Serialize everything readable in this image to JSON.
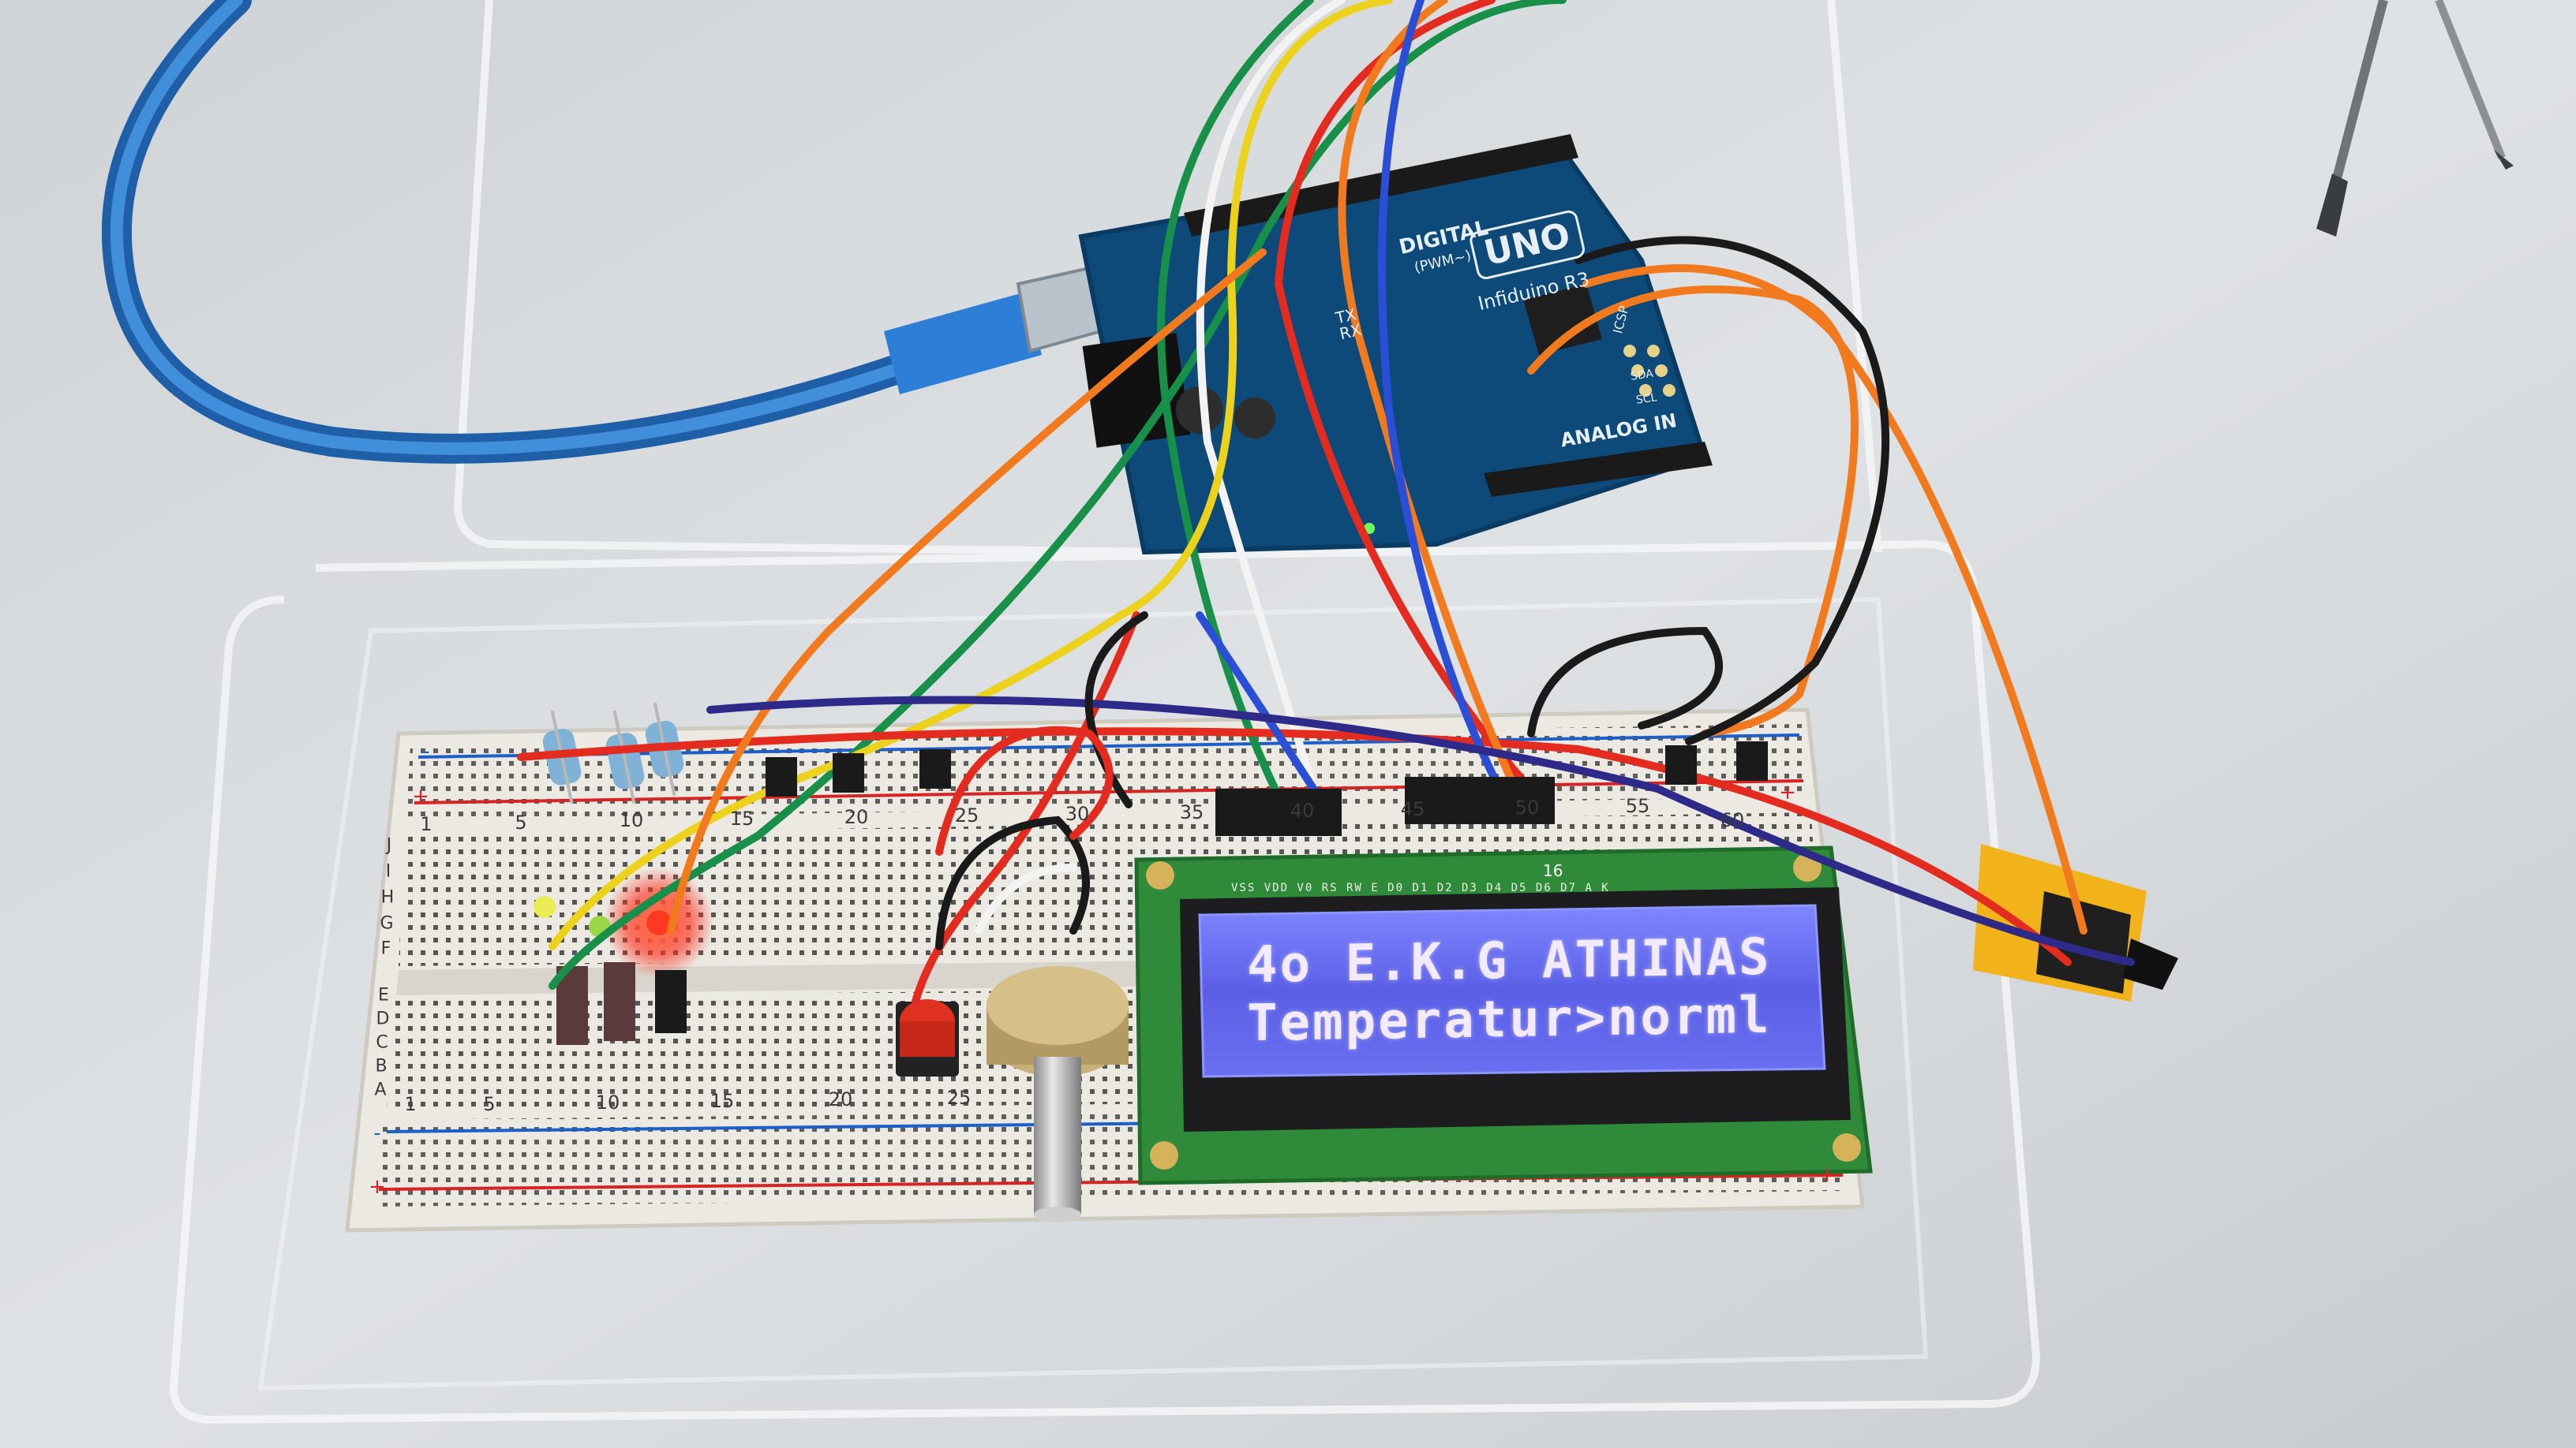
{
  "photo": {
    "lcd": {
      "line1": "4o E.K.G ATHINAS",
      "line2": "Temperatur>norml",
      "pin_labels": "VSS VDD V0 RS RW E D0 D1 D2 D3 D4 D5 D6 D7 A K",
      "module_number": "16"
    },
    "arduino": {
      "model_logo": "UNO",
      "model_name": "Infiduino R3",
      "digital_label": "DIGITAL",
      "pwm_label": "(PWM~)",
      "analog_label": "ANALOG IN",
      "tx_label": "TX",
      "rx_label": "RX",
      "icsp_label": "ICSP",
      "sda_label": "SDA",
      "scl_label": "SCL"
    },
    "breadboard": {
      "top_columns": [
        "1",
        "5",
        "10",
        "15",
        "20",
        "25",
        "30",
        "35",
        "40",
        "45",
        "50",
        "55",
        "60"
      ],
      "bottom_columns": [
        "1",
        "5",
        "10",
        "15",
        "20",
        "25"
      ],
      "upper_rows": [
        "J",
        "I",
        "H",
        "G",
        "F"
      ],
      "lower_rows": [
        "E",
        "D",
        "C",
        "B",
        "A"
      ],
      "rail_signs": [
        "+",
        "-"
      ]
    },
    "colors": {
      "board_blue": "#0d4a7a",
      "lcd_backlight": "#5b61e8",
      "lcd_pcb": "#2f8a3a",
      "breadboard": "#ece9e2",
      "usb_cable": "#2f7fd0",
      "led_red": "#ff2a18"
    }
  }
}
